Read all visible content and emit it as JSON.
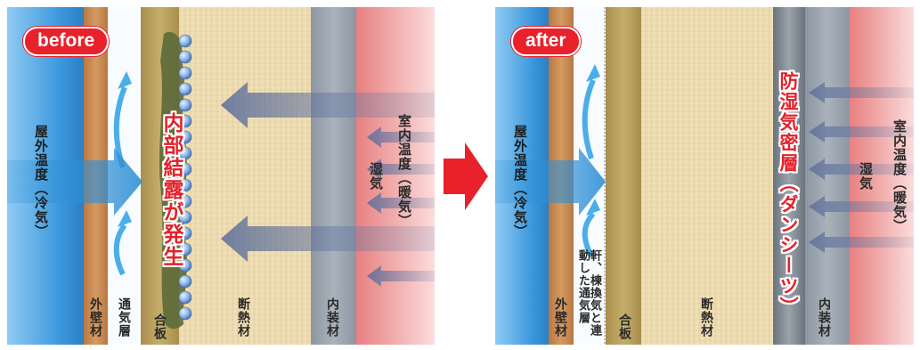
{
  "before": {
    "badge": "before",
    "outdoor_label": "屋外温度（冷気）",
    "indoor_label": "室内温度（暖気）",
    "humidity_label": "湿気",
    "condensation_label": "内部結露が発生",
    "layers": {
      "exterior_wall": "外壁材",
      "air_layer": "通気層",
      "plywood": "合板",
      "insulation": "断熱材",
      "interior": "内装材"
    }
  },
  "after": {
    "badge": "after",
    "outdoor_label": "屋外温度（冷気）",
    "indoor_label": "室内温度（暖気）",
    "humidity_label": "湿気",
    "barrier_label": "防湿気密層（ダンシーツ）",
    "ventilation_label": "軒、棟換気と連動した通気層",
    "layers": {
      "exterior_wall": "外壁材",
      "plywood": "合板",
      "insulation": "断熱材",
      "interior": "内装材"
    }
  },
  "colors": {
    "outdoor": "#3a97dc",
    "indoor": "#ef8f8f",
    "wood": "#c98a55",
    "plywood": "#b9a05e",
    "insulation": "#eedcb1",
    "interior": "#9ea8b2",
    "accent_red": "#e3212a",
    "barrier": "#7d858e"
  },
  "icons": [
    "airflow-arrow-icon",
    "heat-arrow-icon",
    "moisture-arrow-icon",
    "condensation-droplet-icon",
    "transition-arrow-icon"
  ]
}
